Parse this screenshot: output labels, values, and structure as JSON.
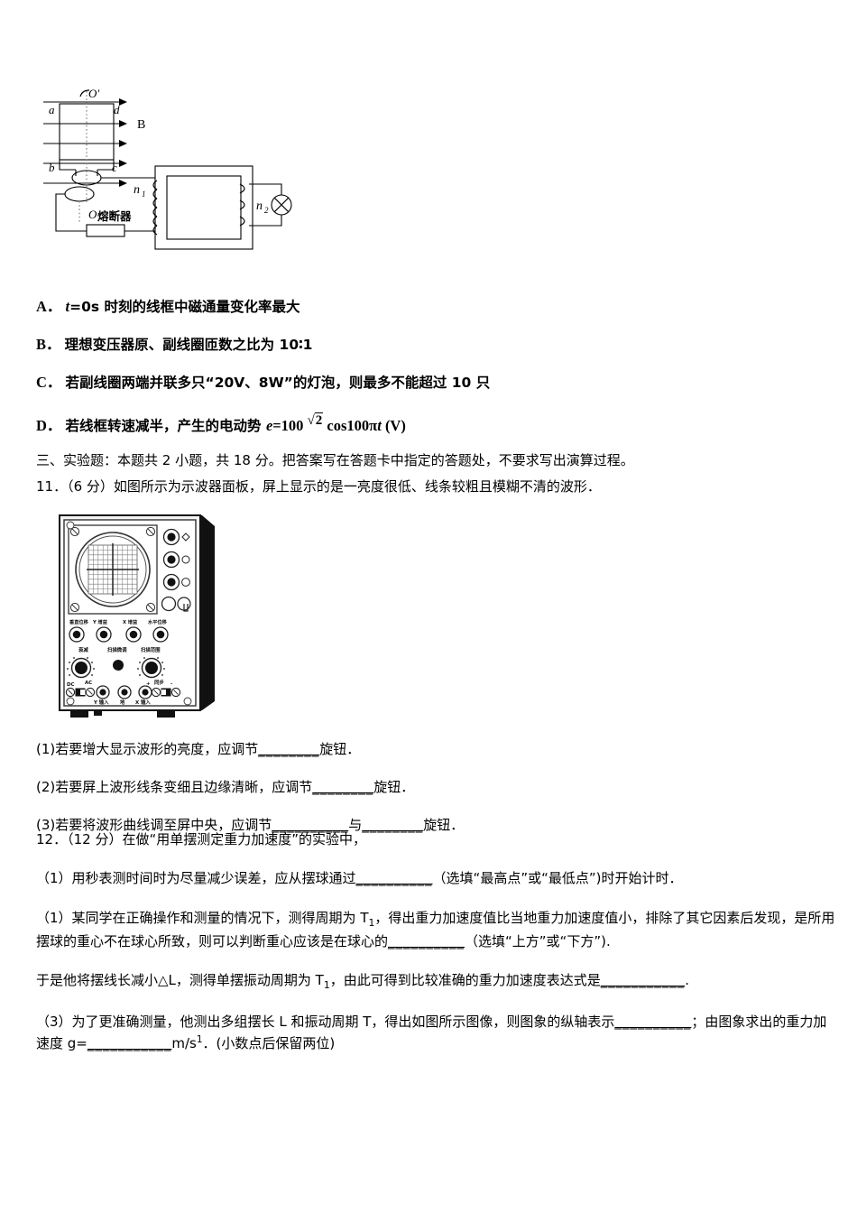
{
  "figure1": {
    "name": "rotating-coil-transformer-circuit",
    "labels": {
      "axis": "O'",
      "corner_a": "a",
      "corner_d": "d",
      "corner_b": "b",
      "corner_c": "c",
      "field": "B",
      "primary": "n",
      "primary_sub": "1",
      "secondary": "n",
      "secondary_sub": "2",
      "origin": "O",
      "fuse": "熔断器"
    }
  },
  "options": [
    {
      "label": "A．",
      "pre_italic": "t",
      "text": "=0s 时刻的线框中磁通量变化率最大"
    },
    {
      "label": "B．",
      "text": "理想变压器原、副线圈匝数之比为 10∶1"
    },
    {
      "label": "C．",
      "text": "若副线圈两端并联多只“20V、8W”的灯泡，则最多不能超过 10 只"
    },
    {
      "label": "D．",
      "text_before": "若线框转速减半，产生的电动势 ",
      "e_italic": "e",
      "eq_value": "=100",
      "radicand": "2",
      "text_after_radical": "cos100π",
      "t_italic": "t",
      "unit": " (V)"
    }
  ],
  "section_heading": "三、实验题：本题共 2 小题，共 18 分。把答案写在答题卡中指定的答题处，不要求写出演算过程。",
  "q11": {
    "stem": "11．（6 分）如图所示为示波器面板，屏上显示的是一亮度很低、线条较粗且模糊不清的波形．",
    "panel_labels": {
      "row1": [
        "垂直位移",
        "Y 增益",
        "X 增益",
        "水平位移"
      ],
      "row2": [
        "衰减",
        "扫描微调",
        "扫描范围"
      ],
      "row3": [
        "DC",
        "AC",
        "同步"
      ],
      "row4": [
        "Y 输入",
        "地",
        "X 输入"
      ]
    },
    "subs": [
      {
        "prefix": "(1)若要增大显示波形的亮度，应调节",
        "blank": "________",
        "suffix": "旋钮．"
      },
      {
        "prefix": "(2)若要屏上波形线条变细且边缘清晰，应调节",
        "blank": "________",
        "suffix": "旋钮．"
      },
      {
        "prefix": "(3)若要将波形曲线调至屏中央，应调节",
        "blank": "__________",
        "mid": "与",
        "blank2": "________",
        "suffix": "旋钮．"
      }
    ]
  },
  "q12": {
    "stem": "12．（12 分）在做“用单摆测定重力加速度”的实验中，",
    "parts": [
      {
        "prefix": "（1）用秒表测时间时为尽量减少误差，应从摆球通过",
        "blank": "__________",
        "suffix": "（选填“最高点”或“最低点”)时开始计时．"
      },
      {
        "prefix_a": "（1）某同学在正确操作和测量的情况下，测得周期为 T",
        "sub_a": "1",
        "mid_a": "，得出重力加速度值比当地重力加速度值小，排除了其它因素后发现，是所用摆球的重心不在球心所致，则可以判断重心应该是在球心的",
        "blank": "__________",
        "suffix": "（选填“上方”或“下方”)."
      },
      {
        "prefix_a": "于是他将摆线长减小△L，测得单摆振动周期为 T",
        "sub_a": "1",
        "mid_a": "，由此可得到比较准确的重力加速度表达式是",
        "blank": "___________",
        "suffix": "."
      },
      {
        "prefix": "（3）为了更准确测量，他测出多组摆长 L 和振动周期 T，得出如图所示图像，则图象的纵轴表示",
        "blank": "__________",
        "mid": "；由图象求出的重力加速度 g=",
        "blank2": "___________",
        "unit": "m/s",
        "unit_sup": "1",
        "suffix": "．(小数点后保留两位)"
      }
    ]
  }
}
